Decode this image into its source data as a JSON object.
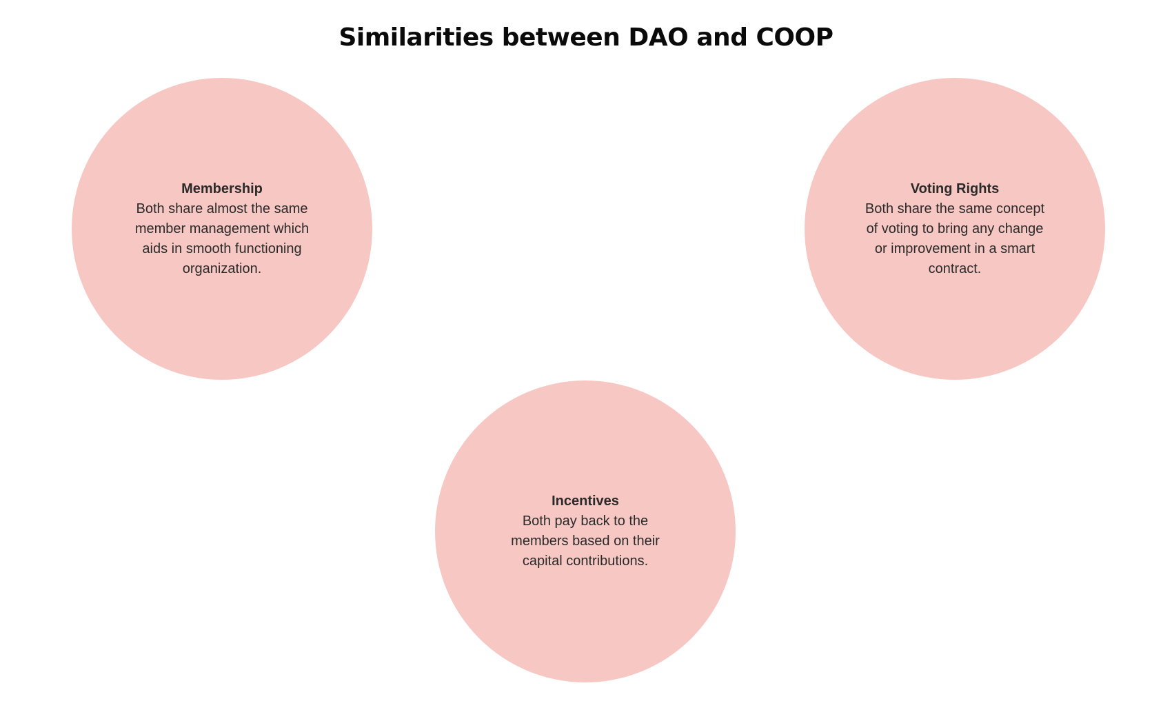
{
  "title": "Similarities between DAO and COOP",
  "colors": {
    "circle_fill": "#f7c8c3",
    "text": "#2a2a2a",
    "title": "#0a0a0a",
    "background": "#ffffff"
  },
  "nodes": [
    {
      "heading": "Membership",
      "description": "Both share almost the same member management which aids in smooth functioning organization."
    },
    {
      "heading": "Voting Rights",
      "description": "Both share the same concept of voting to bring any change or improvement in a smart contract."
    },
    {
      "heading": "Incentives",
      "description": "Both pay back to the members based on their capital contributions."
    }
  ]
}
